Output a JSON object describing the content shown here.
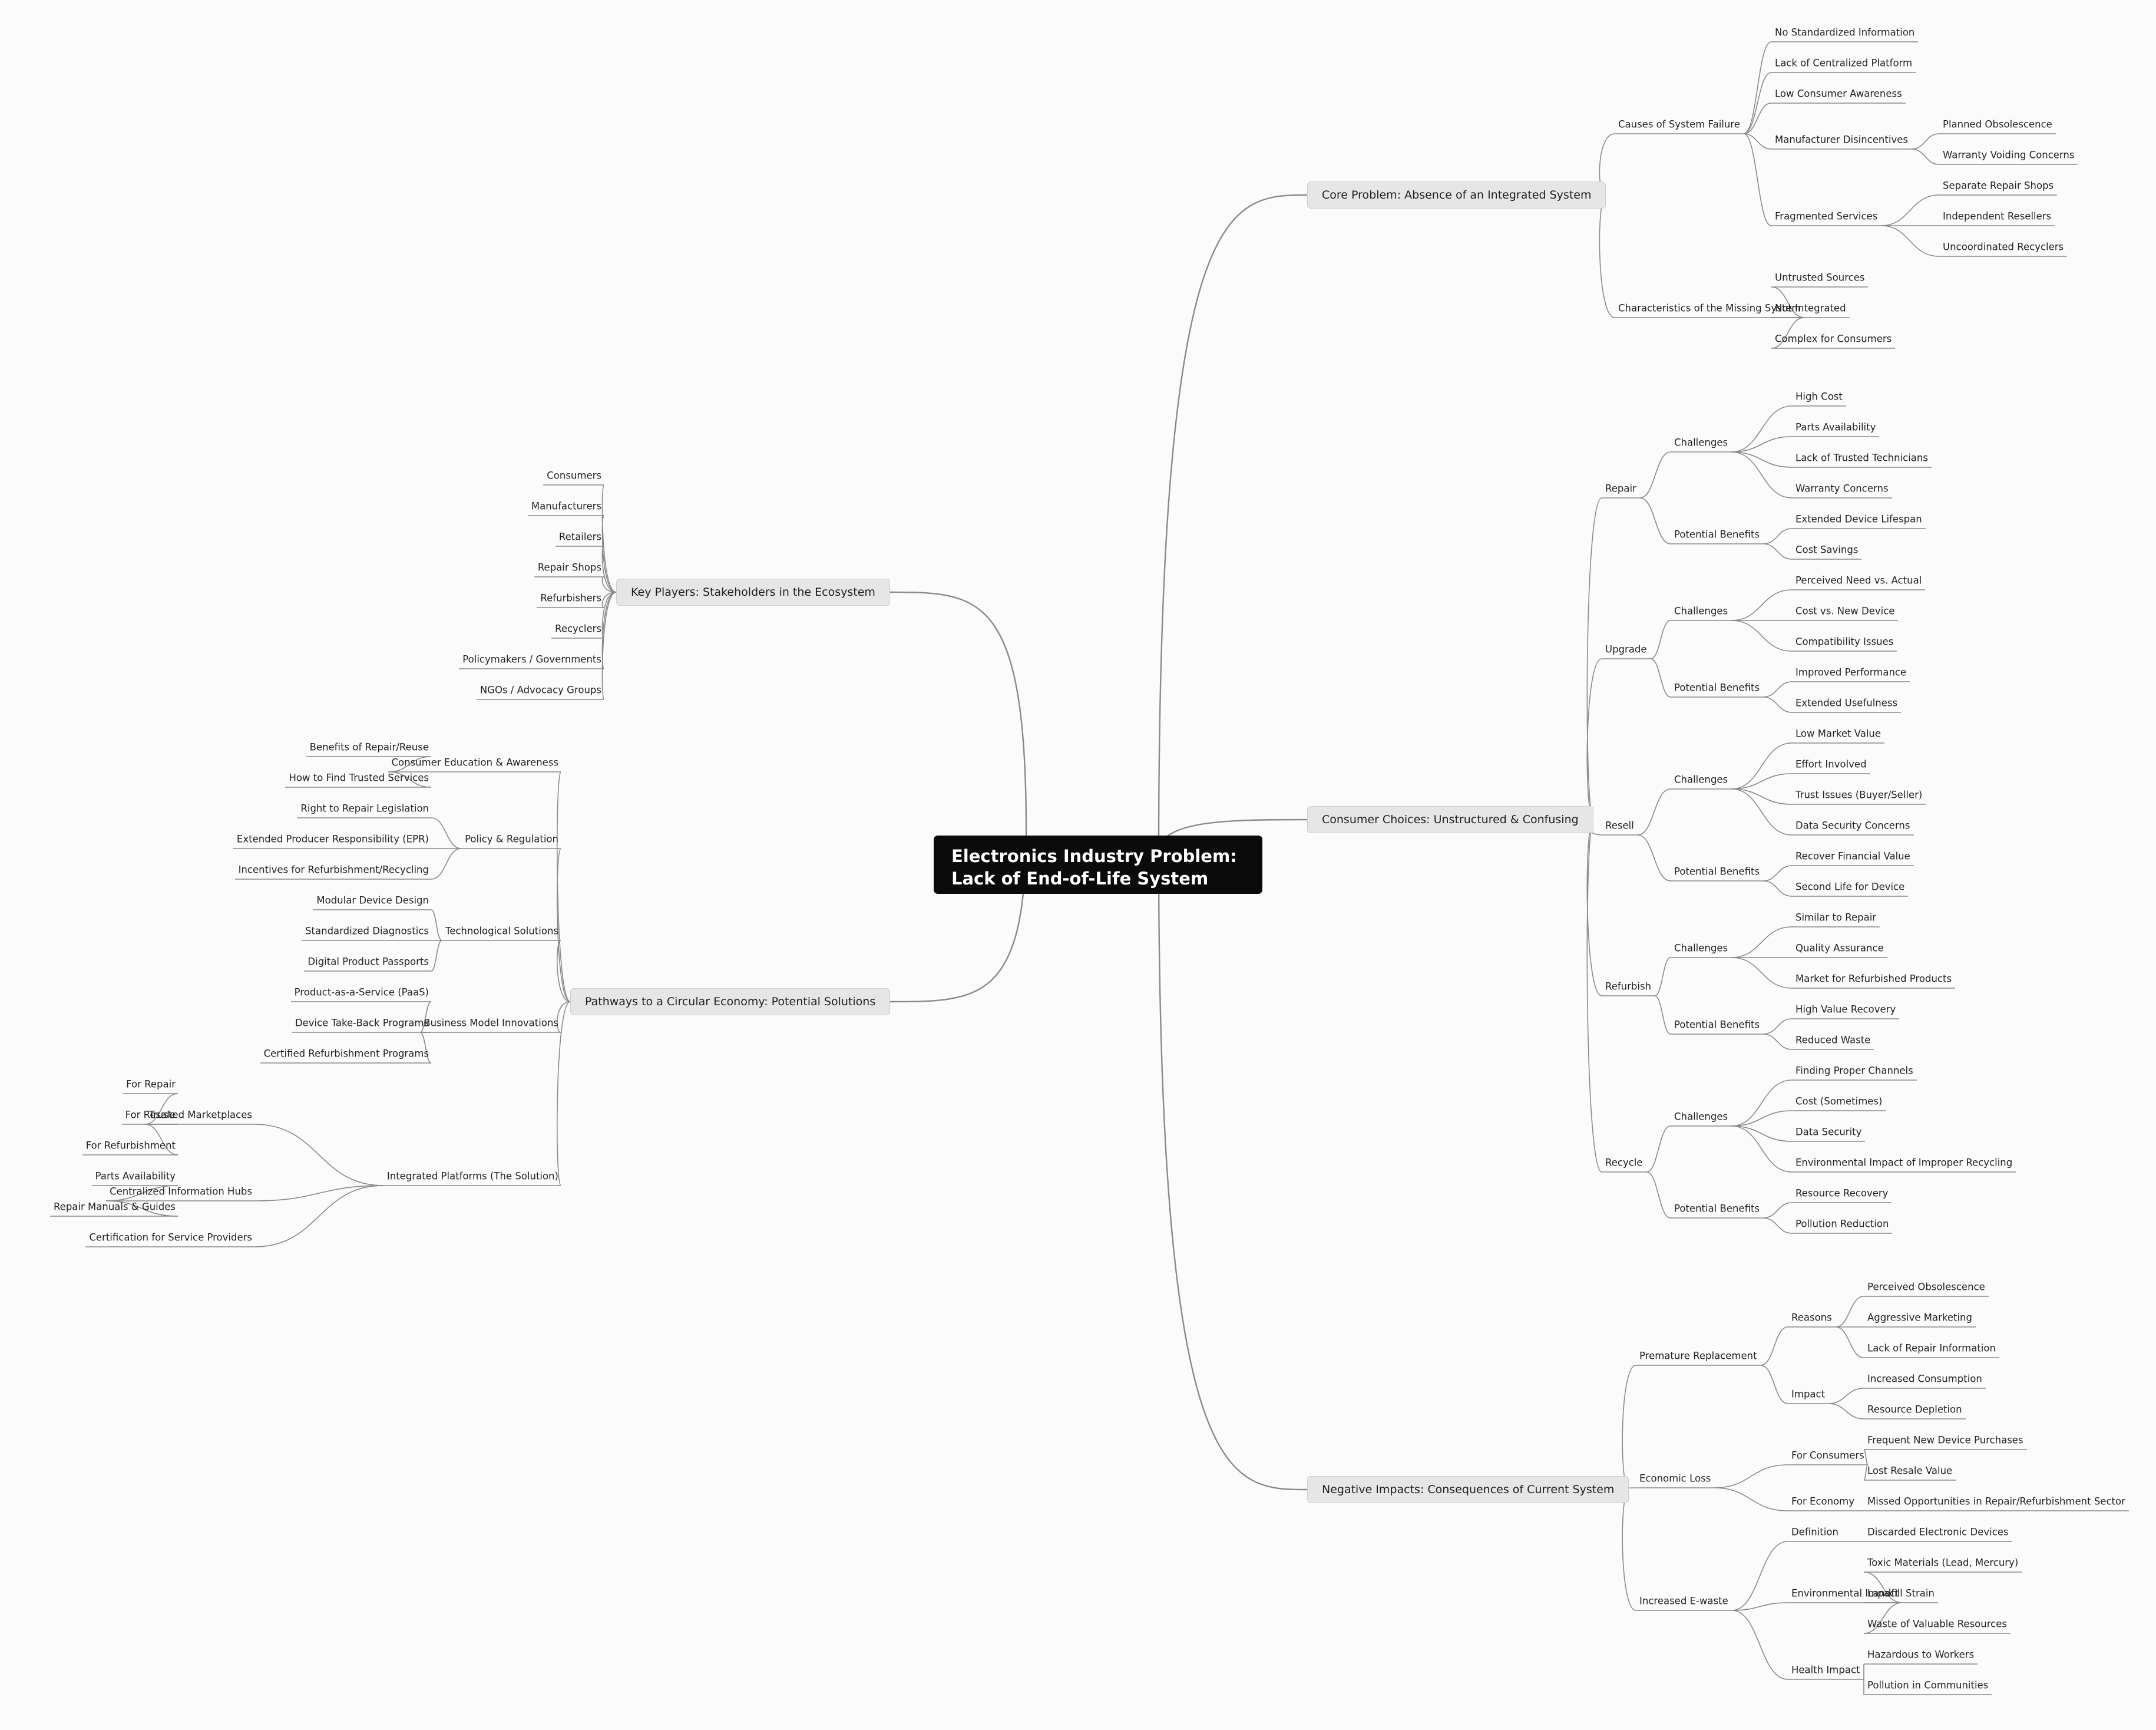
{
  "root": {
    "line1": "Electronics Industry Problem:",
    "line2": "Lack of End-of-Life System"
  },
  "branches": [
    {
      "label": "Core Problem: Absence of an Integrated System",
      "side": "right",
      "children": [
        {
          "label": "Causes of System Failure",
          "children": [
            {
              "label": "No Standardized Information"
            },
            {
              "label": "Lack of Centralized Platform"
            },
            {
              "label": "Low Consumer Awareness"
            },
            {
              "label": "Manufacturer Disincentives",
              "children": [
                {
                  "label": "Planned Obsolescence"
                },
                {
                  "label": "Warranty Voiding Concerns"
                }
              ]
            },
            {
              "label": "Fragmented Services",
              "children": [
                {
                  "label": "Separate Repair Shops"
                },
                {
                  "label": "Independent Resellers"
                },
                {
                  "label": "Uncoordinated Recyclers"
                }
              ]
            }
          ]
        },
        {
          "label": "Characteristics of the Missing System",
          "children": [
            {
              "label": "Untrusted Sources"
            },
            {
              "label": "Not Integrated"
            },
            {
              "label": "Complex for Consumers"
            }
          ]
        }
      ]
    },
    {
      "label": "Consumer Choices: Unstructured & Confusing",
      "side": "right",
      "children": [
        {
          "label": "Repair",
          "children": [
            {
              "label": "Challenges",
              "children": [
                {
                  "label": "High Cost"
                },
                {
                  "label": "Parts Availability"
                },
                {
                  "label": "Lack of Trusted Technicians"
                },
                {
                  "label": "Warranty Concerns"
                }
              ]
            },
            {
              "label": "Potential Benefits",
              "children": [
                {
                  "label": "Extended Device Lifespan"
                },
                {
                  "label": "Cost Savings"
                }
              ]
            }
          ]
        },
        {
          "label": "Upgrade",
          "children": [
            {
              "label": "Challenges",
              "children": [
                {
                  "label": "Perceived Need vs. Actual"
                },
                {
                  "label": "Cost vs. New Device"
                },
                {
                  "label": "Compatibility Issues"
                }
              ]
            },
            {
              "label": "Potential Benefits",
              "children": [
                {
                  "label": "Improved Performance"
                },
                {
                  "label": "Extended Usefulness"
                }
              ]
            }
          ]
        },
        {
          "label": "Resell",
          "children": [
            {
              "label": "Challenges",
              "children": [
                {
                  "label": "Low Market Value"
                },
                {
                  "label": "Effort Involved"
                },
                {
                  "label": "Trust Issues (Buyer/Seller)"
                },
                {
                  "label": "Data Security Concerns"
                }
              ]
            },
            {
              "label": "Potential Benefits",
              "children": [
                {
                  "label": "Recover Financial Value"
                },
                {
                  "label": "Second Life for Device"
                }
              ]
            }
          ]
        },
        {
          "label": "Refurbish",
          "children": [
            {
              "label": "Challenges",
              "children": [
                {
                  "label": "Similar to Repair"
                },
                {
                  "label": "Quality Assurance"
                },
                {
                  "label": "Market for Refurbished Products"
                }
              ]
            },
            {
              "label": "Potential Benefits",
              "children": [
                {
                  "label": "High Value Recovery"
                },
                {
                  "label": "Reduced Waste"
                }
              ]
            }
          ]
        },
        {
          "label": "Recycle",
          "children": [
            {
              "label": "Challenges",
              "children": [
                {
                  "label": "Finding Proper Channels"
                },
                {
                  "label": "Cost (Sometimes)"
                },
                {
                  "label": "Data Security"
                },
                {
                  "label": "Environmental Impact of Improper Recycling"
                }
              ]
            },
            {
              "label": "Potential Benefits",
              "children": [
                {
                  "label": "Resource Recovery"
                },
                {
                  "label": "Pollution Reduction"
                }
              ]
            }
          ]
        }
      ]
    },
    {
      "label": "Negative Impacts: Consequences of Current System",
      "side": "right",
      "children": [
        {
          "label": "Premature Replacement",
          "children": [
            {
              "label": "Reasons",
              "children": [
                {
                  "label": "Perceived Obsolescence"
                },
                {
                  "label": "Aggressive Marketing"
                },
                {
                  "label": "Lack of Repair Information"
                }
              ]
            },
            {
              "label": "Impact",
              "children": [
                {
                  "label": "Increased Consumption"
                },
                {
                  "label": "Resource Depletion"
                }
              ]
            }
          ]
        },
        {
          "label": "Economic Loss",
          "children": [
            {
              "label": "For Consumers",
              "children": [
                {
                  "label": "Frequent New Device Purchases"
                },
                {
                  "label": "Lost Resale Value"
                }
              ]
            },
            {
              "label": "For Economy",
              "children": [
                {
                  "label": "Missed Opportunities in Repair/Refurbishment Sector"
                }
              ]
            }
          ]
        },
        {
          "label": "Increased E-waste",
          "children": [
            {
              "label": "Definition",
              "children": [
                {
                  "label": "Discarded Electronic Devices"
                }
              ]
            },
            {
              "label": "Environmental Impact",
              "children": [
                {
                  "label": "Toxic Materials (Lead, Mercury)"
                },
                {
                  "label": "Landfill Strain"
                },
                {
                  "label": "Waste of Valuable Resources"
                }
              ]
            },
            {
              "label": "Health Impact",
              "children": [
                {
                  "label": "Hazardous to Workers"
                },
                {
                  "label": "Pollution in Communities"
                }
              ]
            }
          ]
        }
      ]
    },
    {
      "label": "Key Players: Stakeholders in the Ecosystem",
      "side": "left",
      "children": [
        {
          "label": "Consumers"
        },
        {
          "label": "Manufacturers"
        },
        {
          "label": "Retailers"
        },
        {
          "label": "Repair Shops"
        },
        {
          "label": "Refurbishers"
        },
        {
          "label": "Recyclers"
        },
        {
          "label": "Policymakers / Governments"
        },
        {
          "label": "NGOs / Advocacy Groups"
        }
      ]
    },
    {
      "label": "Pathways to a Circular Economy: Potential Solutions",
      "side": "left",
      "children": [
        {
          "label": "Consumer Education & Awareness",
          "children": [
            {
              "label": "Benefits of Repair/Reuse"
            },
            {
              "label": "How to Find Trusted Services"
            }
          ]
        },
        {
          "label": "Policy & Regulation",
          "children": [
            {
              "label": "Right to Repair Legislation"
            },
            {
              "label": "Extended Producer Responsibility (EPR)"
            },
            {
              "label": "Incentives for Refurbishment/Recycling"
            }
          ]
        },
        {
          "label": "Technological Solutions",
          "children": [
            {
              "label": "Modular Device Design"
            },
            {
              "label": "Standardized Diagnostics"
            },
            {
              "label": "Digital Product Passports"
            }
          ]
        },
        {
          "label": "Business Model Innovations",
          "children": [
            {
              "label": "Product-as-a-Service (PaaS)"
            },
            {
              "label": "Device Take-Back Programs"
            },
            {
              "label": "Certified Refurbishment Programs"
            }
          ]
        },
        {
          "label": "Integrated Platforms (The Solution)",
          "children": [
            {
              "label": "Trusted Marketplaces",
              "children": [
                {
                  "label": "For Repair"
                },
                {
                  "label": "For Resale"
                },
                {
                  "label": "For Refurbishment"
                }
              ]
            },
            {
              "label": "Centralized Information Hubs",
              "children": [
                {
                  "label": "Parts Availability"
                },
                {
                  "label": "Repair Manuals & Guides"
                }
              ]
            },
            {
              "label": "Certification for Service Providers"
            }
          ]
        }
      ]
    }
  ]
}
